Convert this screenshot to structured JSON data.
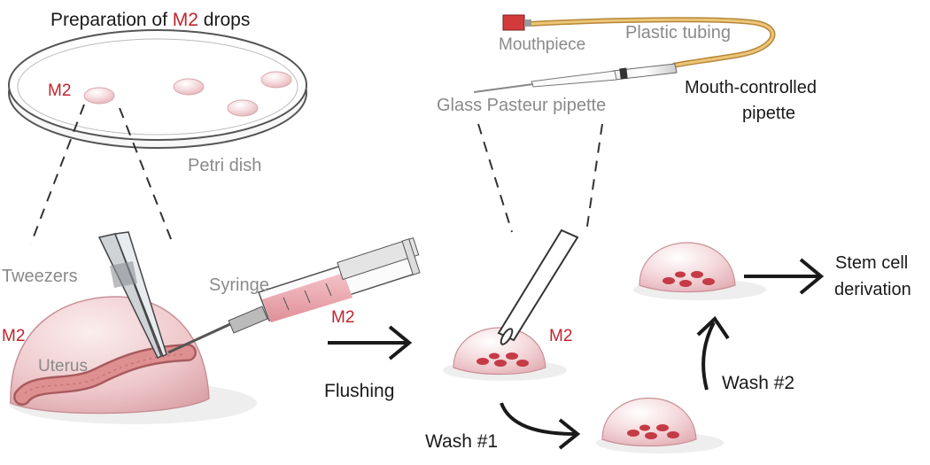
{
  "title": {
    "prefix": "Preparation of ",
    "highlight": "M2",
    "suffix": " drops"
  },
  "labels": {
    "m2_dish": "M2",
    "petri_dish": "Petri dish",
    "mouthpiece": "Mouthpiece",
    "plastic_tubing": "Plastic tubing",
    "mouth_pipette_line1": "Mouth-controlled",
    "mouth_pipette_line2": "pipette",
    "glass_pipette": "Glass Pasteur pipette",
    "tweezers": "Tweezers",
    "syringe": "Syringe",
    "m2_syringe": "M2",
    "m2_left": "M2",
    "uterus": "Uterus",
    "flushing": "Flushing",
    "m2_drop": "M2",
    "wash1": "Wash #1",
    "wash2": "Wash #2",
    "stem_line1": "Stem cell",
    "stem_line2": "derivation"
  },
  "colors": {
    "accent_red": "#c0242c",
    "label_grey": "#8a8a8a",
    "drop_pink": "#f3d3d6",
    "uterus": "#d98a8a",
    "tubing": "#e3b96a"
  }
}
